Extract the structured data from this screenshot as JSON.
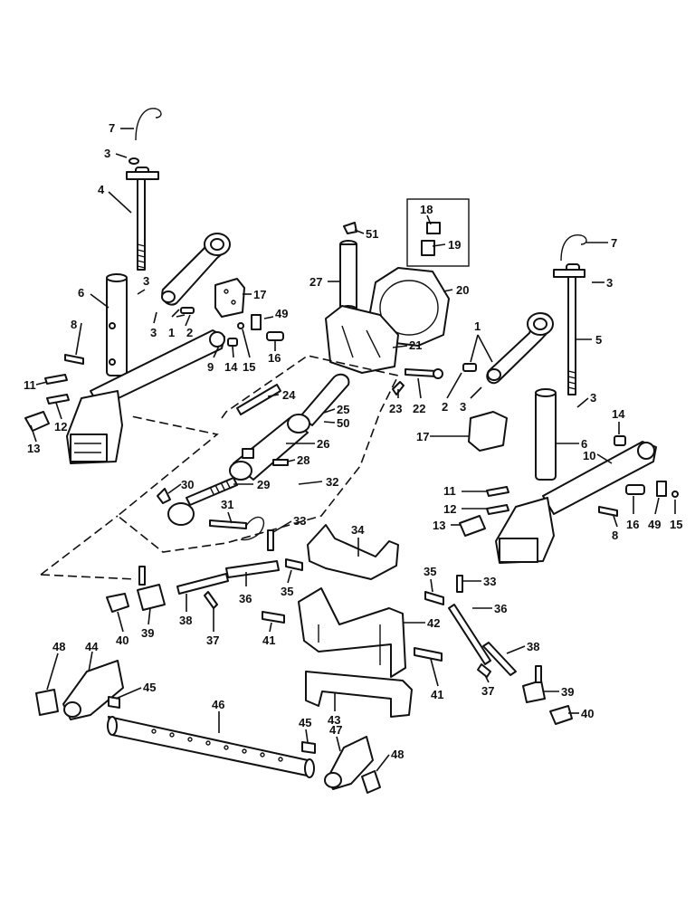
{
  "callouts": [
    {
      "num": "7"
    },
    {
      "num": "3"
    },
    {
      "num": "4"
    },
    {
      "num": "6"
    },
    {
      "num": "3"
    },
    {
      "num": "1"
    },
    {
      "num": "2"
    },
    {
      "num": "3"
    },
    {
      "num": "17"
    },
    {
      "num": "8"
    },
    {
      "num": "9"
    },
    {
      "num": "14"
    },
    {
      "num": "15"
    },
    {
      "num": "49"
    },
    {
      "num": "16"
    },
    {
      "num": "11"
    },
    {
      "num": "12"
    },
    {
      "num": "13"
    },
    {
      "num": "51"
    },
    {
      "num": "27"
    },
    {
      "num": "18"
    },
    {
      "num": "19"
    },
    {
      "num": "20"
    },
    {
      "num": "21"
    },
    {
      "num": "24"
    },
    {
      "num": "25"
    },
    {
      "num": "50"
    },
    {
      "num": "23"
    },
    {
      "num": "22"
    },
    {
      "num": "26"
    },
    {
      "num": "28"
    },
    {
      "num": "30"
    },
    {
      "num": "29"
    },
    {
      "num": "32"
    },
    {
      "num": "31"
    },
    {
      "num": "33"
    },
    {
      "num": "7"
    },
    {
      "num": "3"
    },
    {
      "num": "5"
    },
    {
      "num": "1"
    },
    {
      "num": "2"
    },
    {
      "num": "3"
    },
    {
      "num": "3"
    },
    {
      "num": "17"
    },
    {
      "num": "6"
    },
    {
      "num": "14"
    },
    {
      "num": "10"
    },
    {
      "num": "11"
    },
    {
      "num": "12"
    },
    {
      "num": "13"
    },
    {
      "num": "16"
    },
    {
      "num": "49"
    },
    {
      "num": "15"
    },
    {
      "num": "8"
    },
    {
      "num": "34"
    },
    {
      "num": "35"
    },
    {
      "num": "33"
    },
    {
      "num": "35"
    },
    {
      "num": "36"
    },
    {
      "num": "36"
    },
    {
      "num": "40"
    },
    {
      "num": "39"
    },
    {
      "num": "38"
    },
    {
      "num": "37"
    },
    {
      "num": "41"
    },
    {
      "num": "42"
    },
    {
      "num": "41"
    },
    {
      "num": "38"
    },
    {
      "num": "37"
    },
    {
      "num": "39"
    },
    {
      "num": "40"
    },
    {
      "num": "48"
    },
    {
      "num": "44"
    },
    {
      "num": "45"
    },
    {
      "num": "46"
    },
    {
      "num": "43"
    },
    {
      "num": "45"
    },
    {
      "num": "47"
    },
    {
      "num": "48"
    }
  ]
}
